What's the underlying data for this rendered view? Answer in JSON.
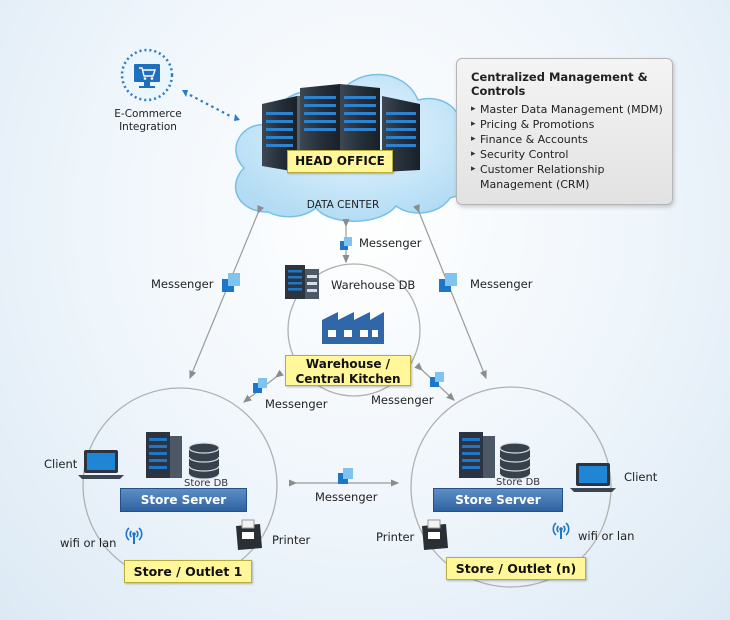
{
  "ecommerce": {
    "label_line1": "E-Commerce",
    "label_line2": "Integration"
  },
  "head_office": {
    "label": "HEAD OFFICE",
    "sublabel": "DATA CENTER"
  },
  "management_panel": {
    "title": "Centralized Management & Controls",
    "items": [
      "Master Data Management (MDM)",
      "Pricing & Promotions",
      "Finance & Accounts",
      "Security Control",
      "Customer Relationship Management (CRM)"
    ]
  },
  "warehouse": {
    "db_label": "Warehouse DB",
    "label_line1": "Warehouse /",
    "label_line2": "Central Kitchen"
  },
  "messenger_label": "Messenger",
  "store1": {
    "title": "Store / Outlet 1",
    "server": "Store Server",
    "db": "Store DB",
    "client": "Client",
    "printer": "Printer",
    "wifi": "wifi or lan"
  },
  "storen": {
    "title": "Store / Outlet (n)",
    "server": "Store Server",
    "db": "Store DB",
    "client": "Client",
    "printer": "Printer",
    "wifi": "wifi or lan"
  },
  "colors": {
    "server_dark": "#2b3440",
    "server_blue": "#1d76c8",
    "cloud": "#bfe3f7",
    "note_yellow": "#fff79a",
    "bar_blue": "#3a6eae"
  },
  "icons": [
    "shopping-cart-icon",
    "server-rack-icon",
    "database-icon",
    "factory-icon",
    "laptop-icon",
    "printer-icon",
    "wifi-icon",
    "messenger-icon"
  ]
}
